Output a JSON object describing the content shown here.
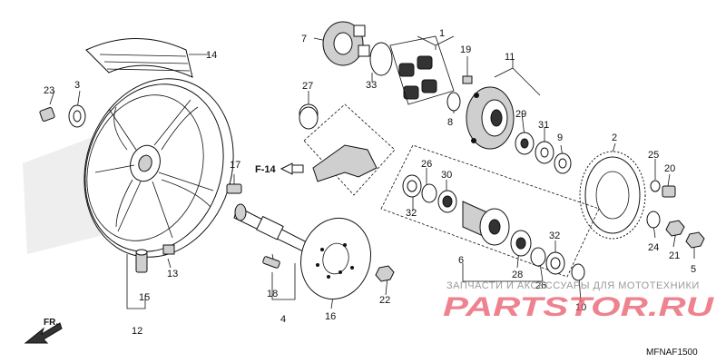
{
  "diagram": {
    "code": "MFNAF1500",
    "reference_label": "F-14",
    "direction_label": "FR.",
    "watermark": {
      "tagline": "ЗАПЧАСТИ И АКСЕССУАРЫ ДЛЯ МОТОТЕХНИКИ",
      "brand": "PARTSTOR.RU"
    },
    "callouts": [
      "1",
      "2",
      "3",
      "4",
      "5",
      "6",
      "7",
      "8",
      "9",
      "10",
      "11",
      "12",
      "13",
      "14",
      "15",
      "16",
      "17",
      "18",
      "19",
      "20",
      "21",
      "22",
      "23",
      "24",
      "25",
      "26",
      "26",
      "27",
      "28",
      "29",
      "30",
      "31",
      "32",
      "32",
      "33"
    ]
  }
}
